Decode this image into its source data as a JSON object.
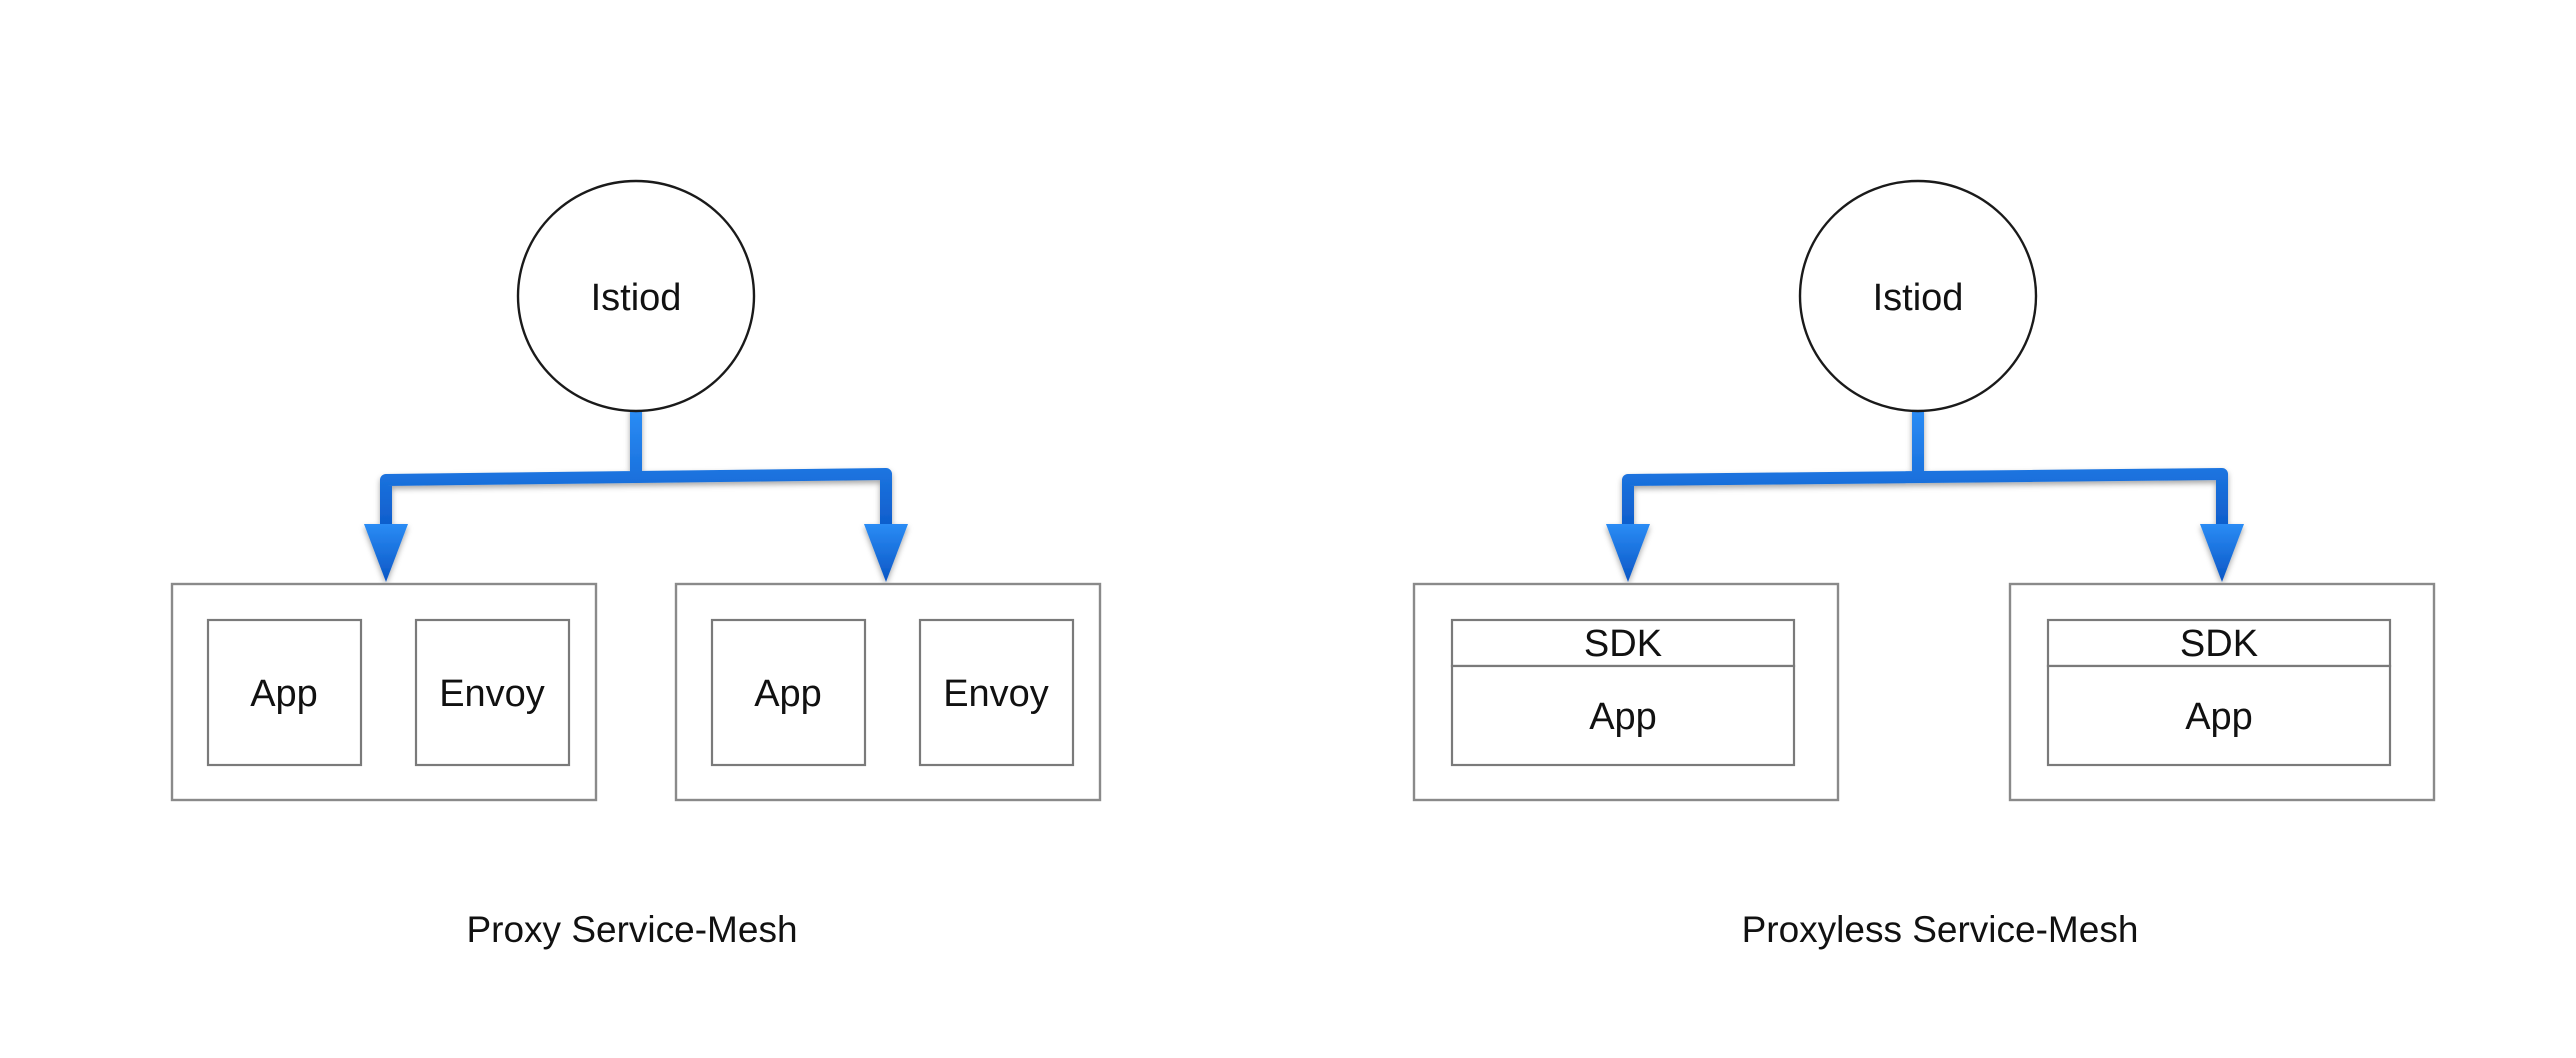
{
  "colors": {
    "connector": "#0f6fe0",
    "connector_dark": "#0a4fb0",
    "box_stroke": "#8a8a8a",
    "text": "#111111"
  },
  "proxy": {
    "istiod_label": "Istiod",
    "pod_1": {
      "app_label": "App",
      "sidecar_label": "Envoy"
    },
    "pod_2": {
      "app_label": "App",
      "sidecar_label": "Envoy"
    },
    "caption": "Proxy Service-Mesh"
  },
  "proxyless": {
    "istiod_label": "Istiod",
    "pod_1": {
      "sdk_label": "SDK",
      "app_label": "App"
    },
    "pod_2": {
      "sdk_label": "SDK",
      "app_label": "App"
    },
    "caption": "Proxyless Service-Mesh"
  }
}
